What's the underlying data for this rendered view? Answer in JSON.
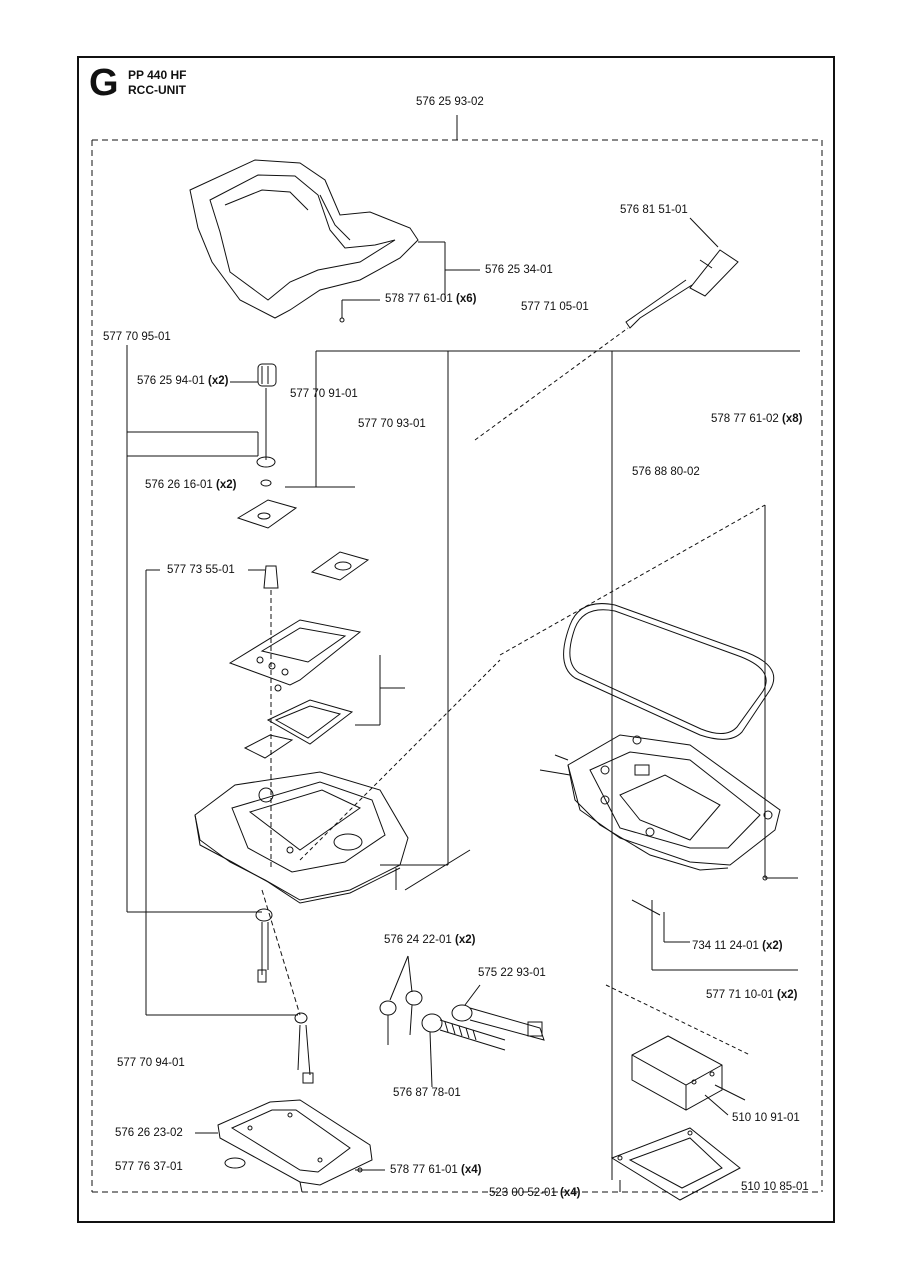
{
  "header": {
    "section_letter": "G",
    "model": "PP 440 HF",
    "assembly": "RCC-UNIT"
  },
  "parts": [
    {
      "id": "p01",
      "number": "576 25 93-02",
      "qty": ""
    },
    {
      "id": "p02",
      "number": "576 81 51-01",
      "qty": ""
    },
    {
      "id": "p03",
      "number": "576 25 34-01",
      "qty": ""
    },
    {
      "id": "p04",
      "number": "578 77 61-01",
      "qty": "(x6)"
    },
    {
      "id": "p05",
      "number": "577 71 05-01",
      "qty": ""
    },
    {
      "id": "p06",
      "number": "577 70 95-01",
      "qty": ""
    },
    {
      "id": "p07",
      "number": "576 25 94-01",
      "qty": "(x2)"
    },
    {
      "id": "p08",
      "number": "577 70 91-01",
      "qty": ""
    },
    {
      "id": "p09",
      "number": "578 77 61-02",
      "qty": "(x8)"
    },
    {
      "id": "p10",
      "number": "577 70 93-01",
      "qty": ""
    },
    {
      "id": "p11",
      "number": "576 88 80-02",
      "qty": ""
    },
    {
      "id": "p12",
      "number": "576 26 16-01",
      "qty": "(x2)"
    },
    {
      "id": "p13",
      "number": "577 73 55-01",
      "qty": ""
    },
    {
      "id": "p14",
      "number": "576 24 22-01",
      "qty": "(x2)"
    },
    {
      "id": "p15",
      "number": "734 11 24-01",
      "qty": "(x2)"
    },
    {
      "id": "p16",
      "number": "575 22 93-01",
      "qty": ""
    },
    {
      "id": "p17",
      "number": "577 71 10-01",
      "qty": "(x2)"
    },
    {
      "id": "p18",
      "number": "577 70 94-01",
      "qty": ""
    },
    {
      "id": "p19",
      "number": "576 87 78-01",
      "qty": ""
    },
    {
      "id": "p20",
      "number": "510 10 91-01",
      "qty": ""
    },
    {
      "id": "p21",
      "number": "576 26 23-02",
      "qty": ""
    },
    {
      "id": "p22",
      "number": "577 76 37-01",
      "qty": ""
    },
    {
      "id": "p23",
      "number": "578 77 61-01",
      "qty": "(x4)"
    },
    {
      "id": "p24",
      "number": "523 00 52-01",
      "qty": "(x4)"
    },
    {
      "id": "p25",
      "number": "510 10 85-01",
      "qty": ""
    }
  ],
  "colors": {
    "line": "#111111",
    "background": "#ffffff"
  }
}
